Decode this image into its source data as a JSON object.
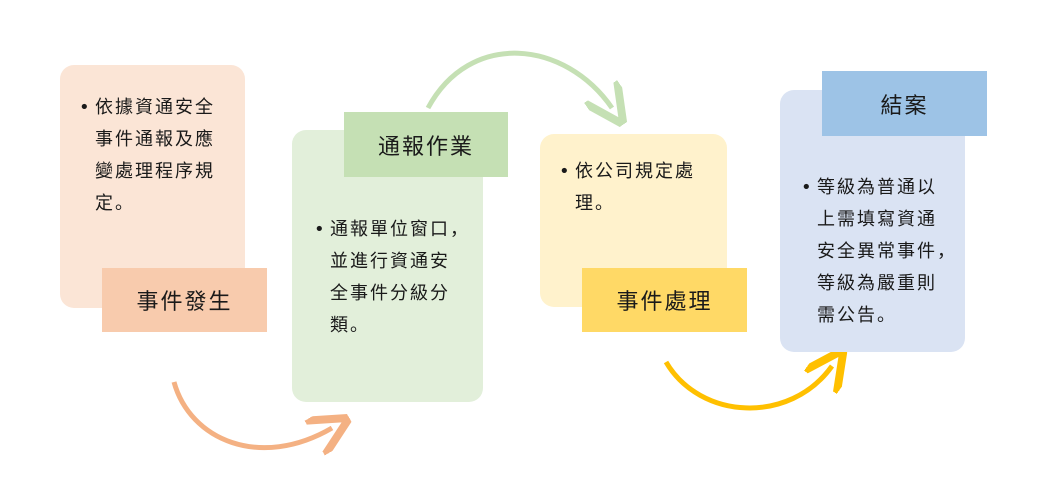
{
  "steps": [
    {
      "title": "事件發生",
      "body_lines": [
        "依據資通安全",
        "事件通報及應",
        "變處理程序規",
        "定。"
      ],
      "colors": {
        "card": "#fbe5d6",
        "label": "#f8cbad"
      }
    },
    {
      "title": "通報作業",
      "body_lines": [
        "通報單位窗口，",
        "並進行資通安",
        "全事件分級分",
        "類。"
      ],
      "colors": {
        "card": "#e2efda",
        "label": "#c5e0b4"
      }
    },
    {
      "title": "事件處理",
      "body_lines": [
        "依公司規定處",
        "理。"
      ],
      "colors": {
        "card": "#fff2cc",
        "label": "#ffd966"
      }
    },
    {
      "title": "結案",
      "body_lines": [
        "等級為普通以",
        "上需填寫資通",
        "安全異常事件，",
        "等級為嚴重則",
        "需公告。"
      ],
      "colors": {
        "card": "#dae3f3",
        "label": "#9dc3e6"
      }
    }
  ],
  "arrows": {
    "colors": [
      "#f4b183",
      "#c5e0b4",
      "#ffc000"
    ]
  },
  "bullet_symbol": "•"
}
